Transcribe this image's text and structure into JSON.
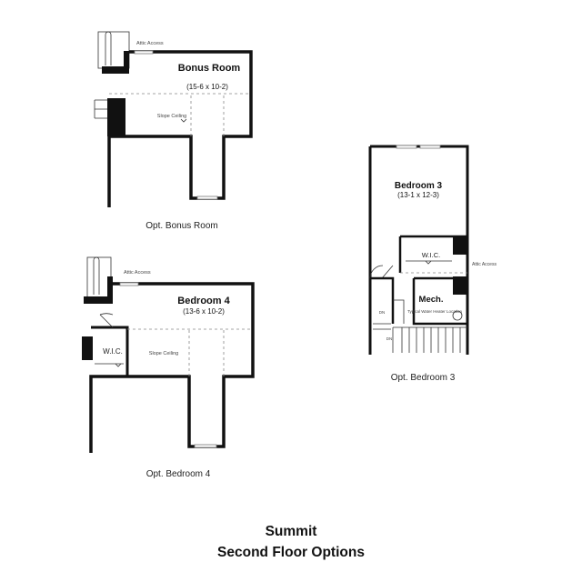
{
  "bonus_room": {
    "attic_label": "Attic Access",
    "room_name": "Bonus Room",
    "dimensions": "(15-6 x 10-2)",
    "slope_label": "Slope Ceiling",
    "caption": "Opt. Bonus Room"
  },
  "bedroom4": {
    "attic_label": "Attic Access",
    "room_name": "Bedroom 4",
    "dimensions": "(13-6 x 10-2)",
    "wic_label": "W.I.C.",
    "slope_label": "Slope Ceiling",
    "caption": "Opt. Bedroom 4"
  },
  "bedroom3": {
    "room_name": "Bedroom 3",
    "dimensions": "(13-1 x 12-3)",
    "wic_label": "W.I.C.",
    "attic_label": "Attic Access",
    "mech_label": "Mech.",
    "water_heater_label": "Typical Water Heater Location",
    "dn_label": "DN",
    "caption": "Opt. Bedroom 3"
  },
  "footer": {
    "title": "Summit",
    "subtitle": "Second Floor Options"
  }
}
